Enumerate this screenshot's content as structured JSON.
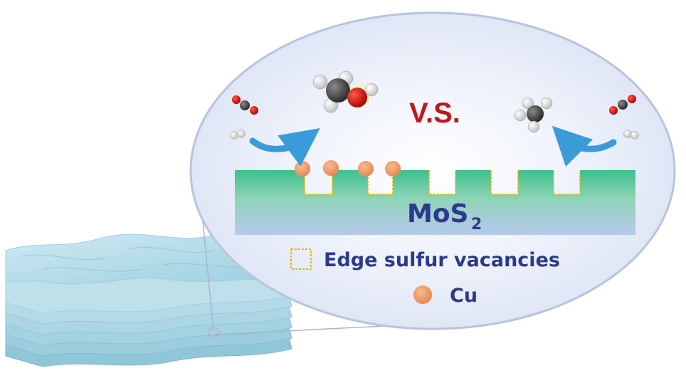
{
  "labels": {
    "vs": "V.S.",
    "material": "MoS",
    "material_subscript": "2",
    "legend_vacancy": "Edge sulfur vacancies",
    "legend_cu": "Cu"
  },
  "colors": {
    "vs_text": "#c0171e",
    "label_text": "#2b3a8c",
    "cu_particle": "#f0a070",
    "vacancy_outline": "#e8b800",
    "substrate_top": "#3cc08c",
    "substrate_bottom": "#b8c8ee",
    "ellipse_border": "#b8c4dc",
    "arrow": "#3a9bd8",
    "layers": "#a9d7e6"
  },
  "icons": {
    "left_reactant_co2": "co2-molecule-icon",
    "left_reactant_h2": "h2-molecule-icon",
    "left_product": "methanol-molecule-icon",
    "right_product": "methane-molecule-icon",
    "right_reactant_co2": "co2-molecule-icon",
    "right_reactant_h2": "h2-molecule-icon"
  }
}
